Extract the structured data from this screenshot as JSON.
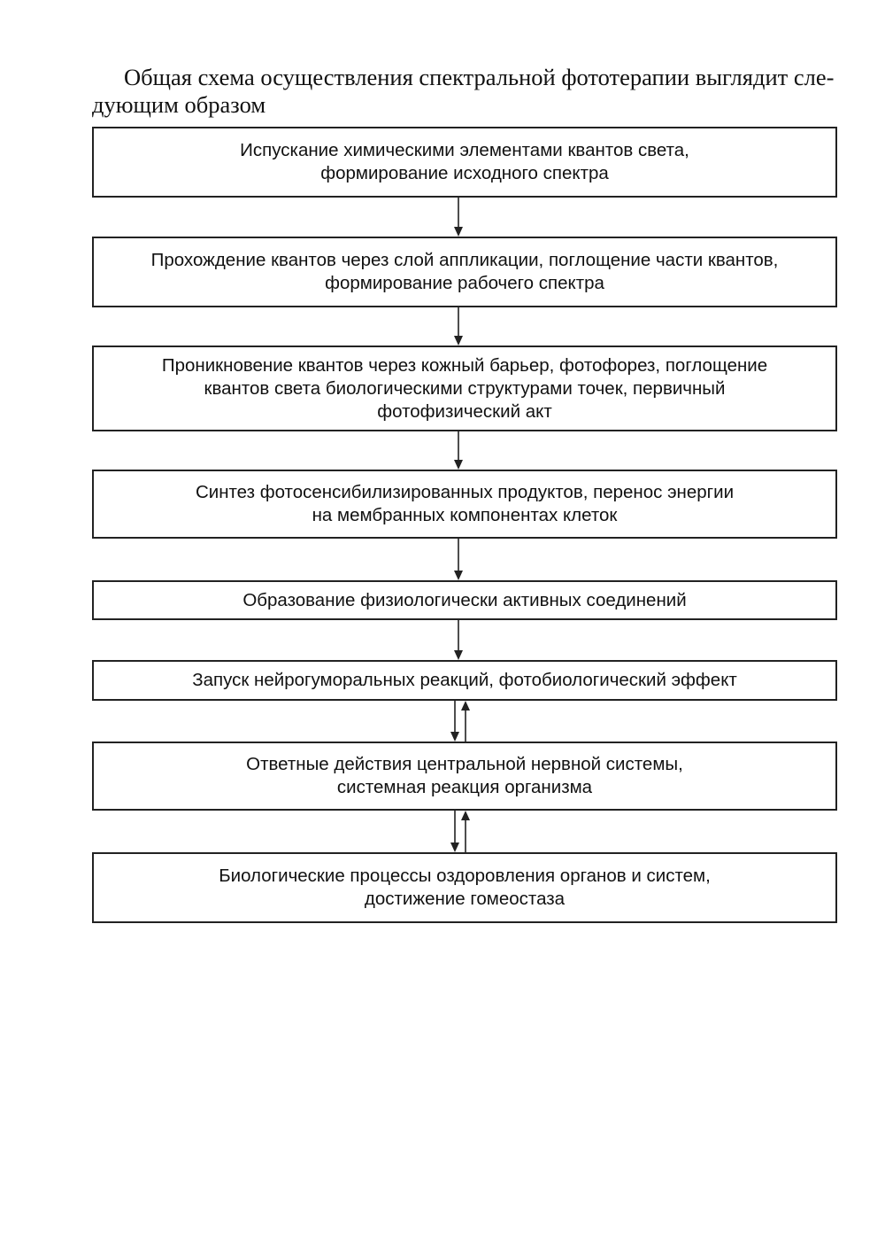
{
  "intro": {
    "line1": "Общая схема осуществления спектральной фототерапии выглядит сле-",
    "line2": "дующим образом"
  },
  "steps": [
    {
      "lines": [
        "Испускание химическими элементами квантов света,",
        "формирование исходного спектра"
      ]
    },
    {
      "lines": [
        "Прохождение квантов через слой аппликации, поглощение части квантов,",
        "формирование рабочего спектра"
      ]
    },
    {
      "lines": [
        "Проникновение квантов через кожный барьер, фотофорез, поглощение",
        "квантов света биологическими структурами точек, первичный",
        "фотофизический акт"
      ]
    },
    {
      "lines": [
        "Синтез фотосенсибилизированных продуктов, перенос энергии",
        "на мембранных компонентах клеток"
      ]
    },
    {
      "lines": [
        "Образование физиологически активных соединений"
      ]
    },
    {
      "lines": [
        "Запуск нейрогуморальных реакций, фотобиологический эффект"
      ]
    },
    {
      "lines": [
        "Ответные действия центральной нервной системы,",
        "системная реакция организма"
      ]
    },
    {
      "lines": [
        "Биологические процессы оздоровления органов и систем,",
        "достижение гомеостаза"
      ]
    }
  ],
  "connectors": [
    {
      "from": 1,
      "to": 2,
      "direction": "down"
    },
    {
      "from": 2,
      "to": 3,
      "direction": "down"
    },
    {
      "from": 3,
      "to": 4,
      "direction": "down"
    },
    {
      "from": 4,
      "to": 5,
      "direction": "down"
    },
    {
      "from": 5,
      "to": 6,
      "direction": "down"
    },
    {
      "from": 6,
      "to": 7,
      "direction": "bidirectional"
    },
    {
      "from": 7,
      "to": 8,
      "direction": "bidirectional"
    }
  ]
}
